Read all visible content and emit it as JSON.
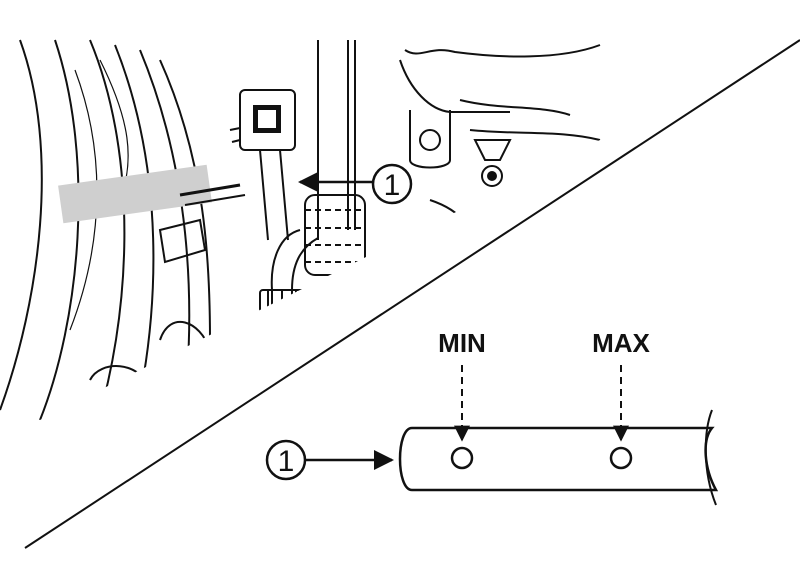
{
  "callouts": {
    "upper_number": "1",
    "lower_number": "1"
  },
  "dipstick": {
    "min_label": "MIN",
    "max_label": "MAX"
  },
  "colors": {
    "ink": "#111111",
    "paper": "#ffffff"
  }
}
